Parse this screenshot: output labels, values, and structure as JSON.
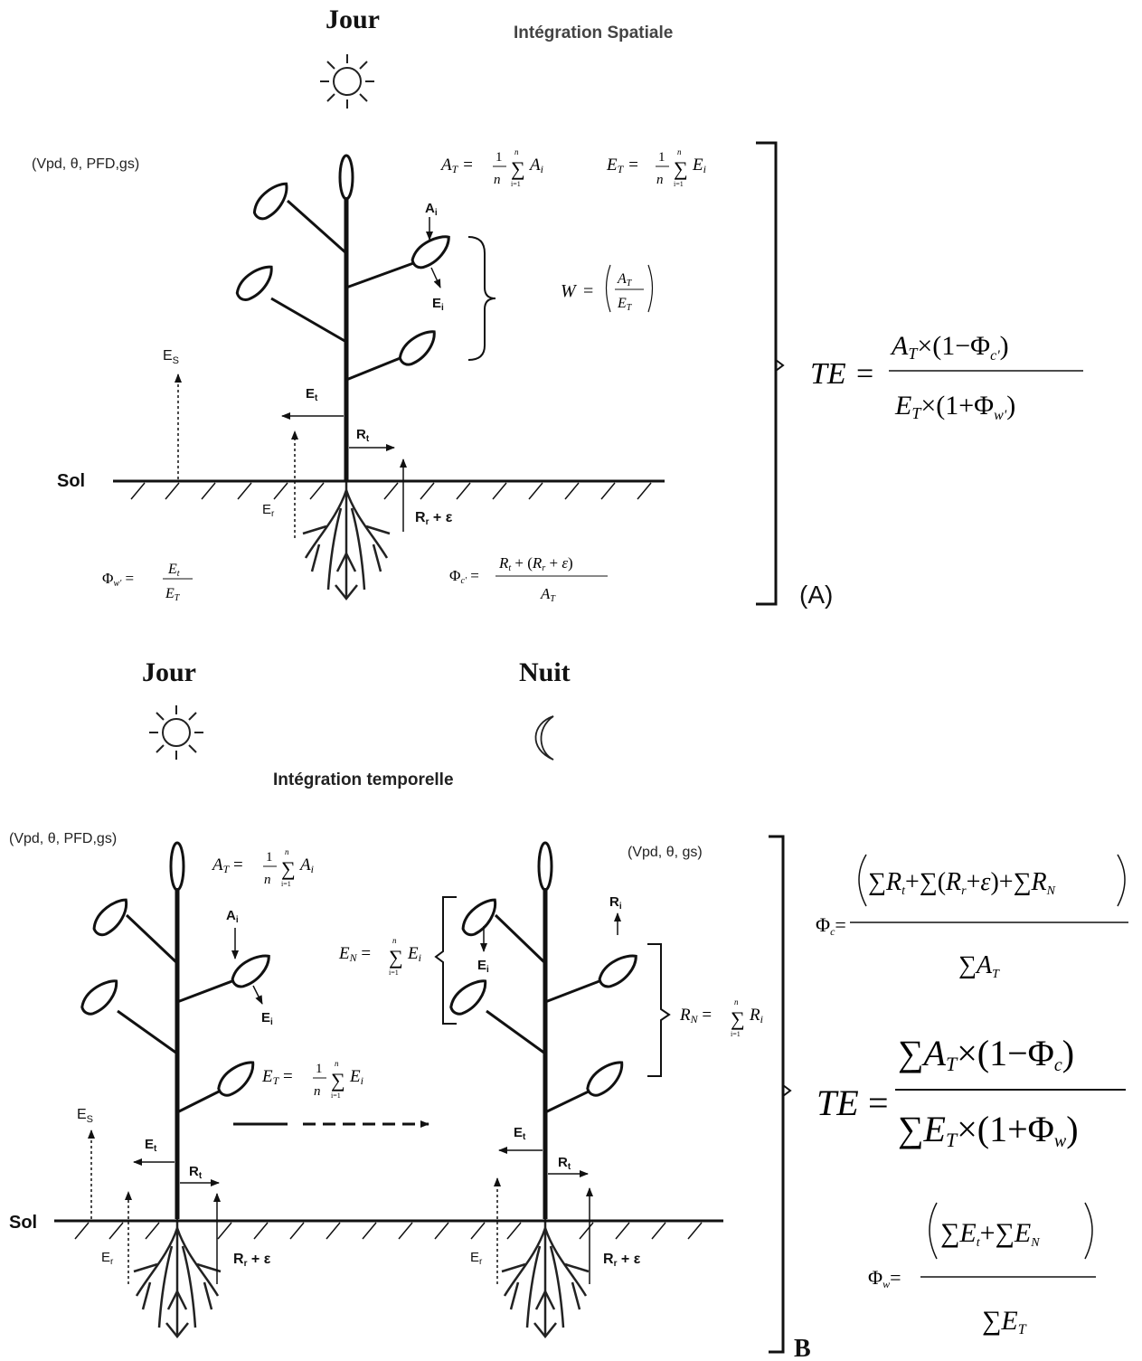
{
  "panel_a": {
    "header_day": "Jour",
    "title": "Intégration Spatiale",
    "env_vars": "(Vpd, θ, PFD,gs)",
    "soil_label": "Sol",
    "panel_label": "(A)",
    "leaf_assim": "A",
    "leaf_assim_sub": "i",
    "leaf_transp": "E",
    "leaf_transp_sub": "i",
    "soil_evap": "E",
    "soil_evap_sub": "S",
    "stem_transp": "E",
    "stem_transp_sub": "t",
    "stem_resp": "R",
    "stem_resp_sub": "t",
    "root_evap": "E",
    "root_evap_sub": "r",
    "root_resp": "R",
    "root_resp_sub": "r",
    "root_resp_suffix": " + ε",
    "eq_at": "A",
    "eq_at_sub": "T",
    "eq_et": "E",
    "eq_et_sub": "T",
    "eq_w": "W",
    "eq_te": "TE",
    "eq_phi_w": "Φ",
    "eq_phi_w_sub": "w'",
    "eq_phi_c": "Φ",
    "eq_phi_c_sub": "c'"
  },
  "panel_b": {
    "header_day": "Jour",
    "header_night": "Nuit",
    "title": "Intégration temporelle",
    "env_vars_day": "(Vpd, θ, PFD,gs)",
    "env_vars_night": "(Vpd, θ, gs)",
    "soil_label": "Sol",
    "panel_label": "B",
    "leaf_assim": "A",
    "leaf_assim_sub": "i",
    "leaf_transp": "E",
    "leaf_transp_sub": "i",
    "night_leaf_transp": "E",
    "night_leaf_transp_sub": "i",
    "night_leaf_resp": "R",
    "night_leaf_resp_sub": "i",
    "soil_evap": "E",
    "soil_evap_sub": "S",
    "stem_transp": "E",
    "stem_transp_sub": "t",
    "stem_resp": "R",
    "stem_resp_sub": "t",
    "root_evap": "E",
    "root_evap_sub": "r",
    "root_resp": "R",
    "root_resp_sub": "r",
    "root_resp_suffix": " + ε",
    "eq_phi_c": "Φ",
    "eq_phi_w": "Φ",
    "eq_te": "TE"
  }
}
